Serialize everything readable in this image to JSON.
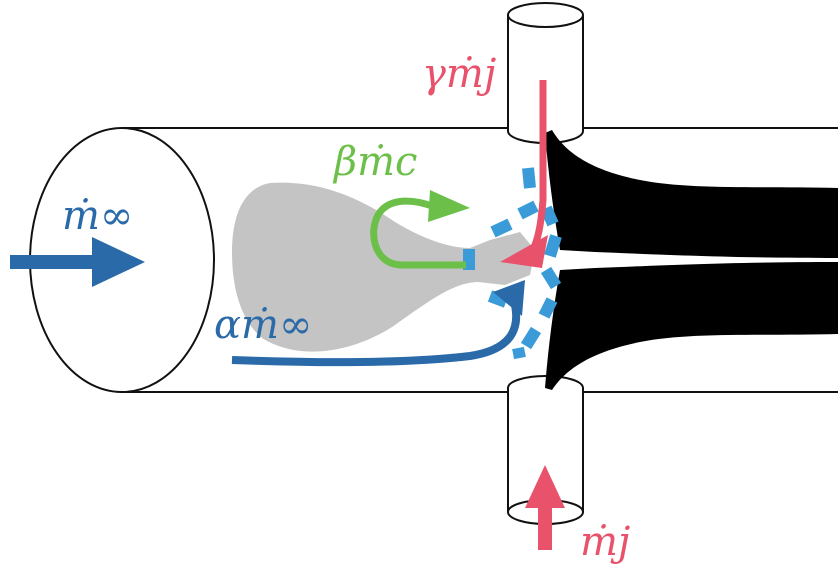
{
  "labels": {
    "freestream": "ṁ∞",
    "alpha_freestream": "αṁ∞",
    "beta_recirc": "βṁc",
    "gamma_jet": "γṁj",
    "jet": "ṁj"
  },
  "colors": {
    "freestream_blue": "#2a6aa8",
    "recirc_green": "#6cc04a",
    "jet_red": "#e8536b",
    "dashed_blue": "#3b9bd8",
    "wake_gray": "#c4c4c4",
    "jet_plume_black": "#000000",
    "outline": "#111111"
  }
}
